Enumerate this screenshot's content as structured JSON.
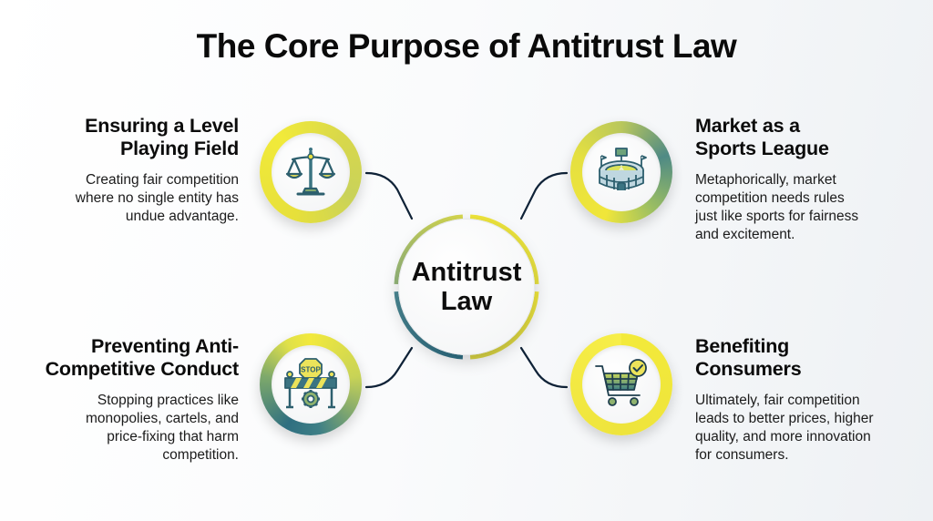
{
  "title": "The Core Purpose of Antitrust Law",
  "hub": {
    "lines": [
      "Antitrust",
      "Law"
    ],
    "ring_colors": [
      "#a9c16a",
      "#eee43c",
      "#3f7f8e",
      "#e9e03e"
    ]
  },
  "colors": {
    "accent_yellow": "#eee43c",
    "accent_teal": "#3f7f8e",
    "connector": "#0f2237",
    "text": "#111111"
  },
  "nodes": [
    {
      "id": "level-playing-field",
      "icon": "scales-of-justice-icon",
      "position": "top-left",
      "title_lines": [
        "Ensuring a Level",
        "Playing Field"
      ],
      "description_lines": [
        "Creating fair competition",
        "where no single entity has",
        "undue advantage."
      ]
    },
    {
      "id": "sports-league",
      "icon": "stadium-icon",
      "position": "top-right",
      "title_lines": [
        "Market as a",
        "Sports League"
      ],
      "description_lines": [
        "Metaphorically, market",
        "competition needs rules",
        "just like sports for fairness",
        "and excitement."
      ]
    },
    {
      "id": "anti-competitive-conduct",
      "icon": "stop-barrier-gear-icon",
      "position": "bottom-left",
      "title_lines": [
        "Preventing Anti-",
        "Competitive Conduct"
      ],
      "description_lines": [
        "Stopping practices like",
        "monopolies, cartels, and",
        "price-fixing that harm",
        "competition."
      ]
    },
    {
      "id": "benefiting-consumers",
      "icon": "shopping-cart-check-icon",
      "position": "bottom-right",
      "title_lines": [
        "Benefiting",
        "Consumers"
      ],
      "description_lines": [
        "Ultimately, fair competition",
        "leads to better prices, higher",
        "quality, and more innovation",
        "for consumers."
      ]
    }
  ],
  "stop_sign_label": "STOP"
}
